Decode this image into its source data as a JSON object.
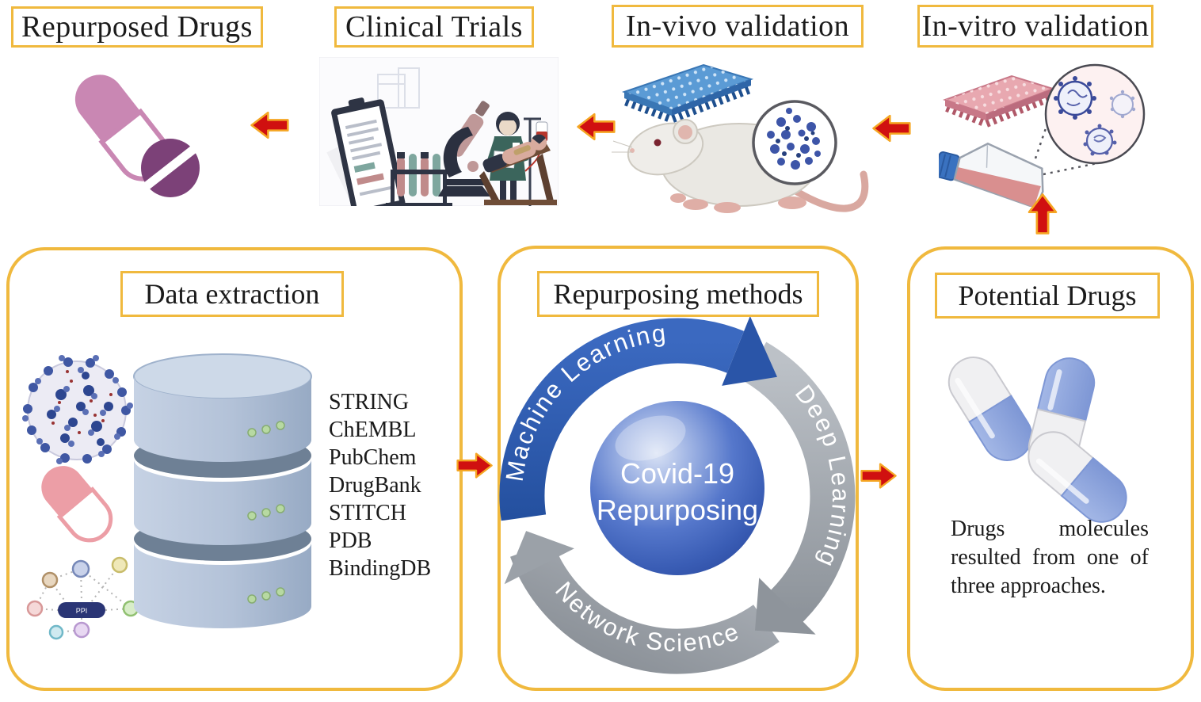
{
  "top_row": {
    "labels": [
      "Repurposed Drugs",
      "Clinical Trials",
      "In-vivo validation",
      "In-vitro validation"
    ]
  },
  "data_extraction": {
    "title": "Data extraction",
    "databases": [
      "STRING",
      "ChEMBL",
      "PubChem",
      "DrugBank",
      "STITCH",
      "PDB",
      "BindingDB"
    ],
    "ppi_label": "PPI"
  },
  "repurposing_methods": {
    "title": "Repurposing methods",
    "methods": [
      "Machine Learning",
      "Deep Learning",
      "Network Science"
    ],
    "center": {
      "line1": "Covid-19",
      "line2": "Repurposing"
    }
  },
  "potential_drugs": {
    "title": "Potential Drugs",
    "caption": {
      "line1": [
        "Drugs",
        "molecules"
      ],
      "line2": [
        "resulted",
        "from",
        "one",
        "of"
      ],
      "line3": "three approaches."
    }
  },
  "colors": {
    "accent_gold": "#F0B93E",
    "arrow_red": "#D01010",
    "arrow_outline": "#F5A623",
    "ml_blue": "#2E5CAE",
    "method_gray": "#9EA3AA",
    "sphere_blue": "#3A5DB5",
    "db_cylinder_blue": "#B5C4DA"
  }
}
